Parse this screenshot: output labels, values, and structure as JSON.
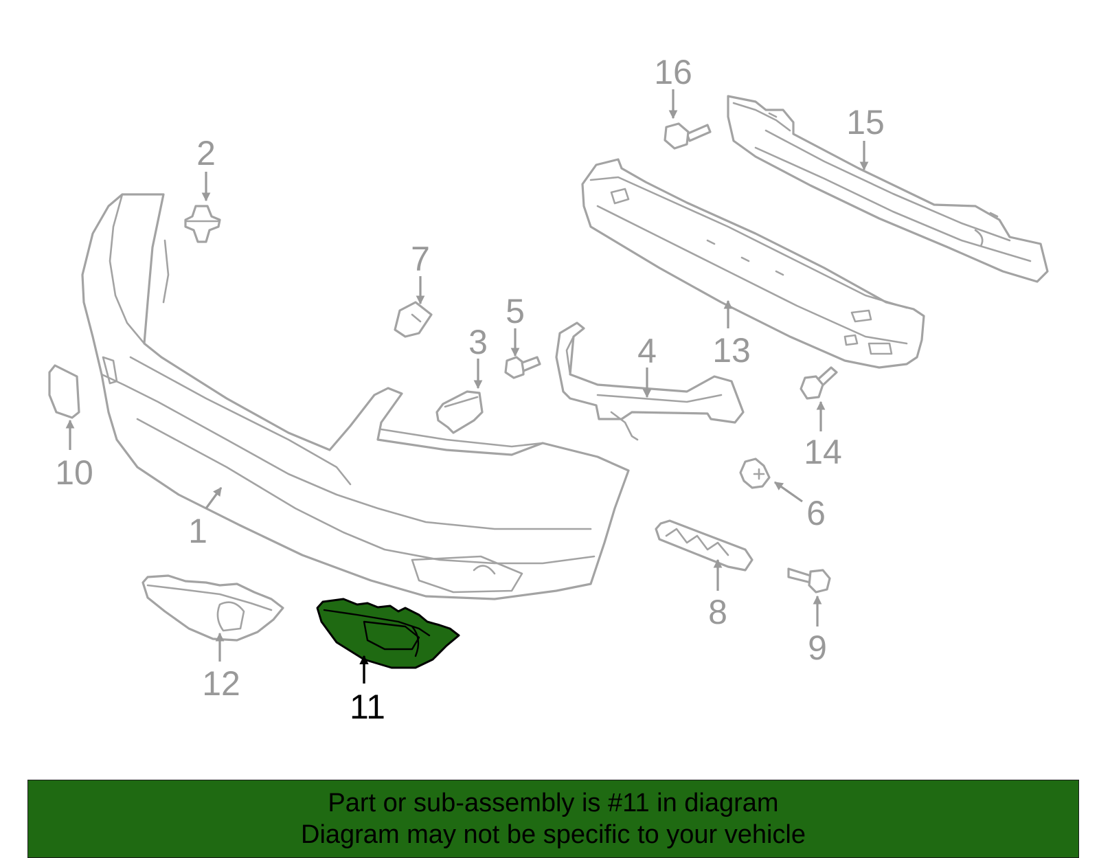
{
  "callouts": {
    "c1": "1",
    "c2": "2",
    "c3": "3",
    "c4": "4",
    "c5": "5",
    "c6": "6",
    "c7": "7",
    "c8": "8",
    "c9": "9",
    "c10": "10",
    "c11": "11",
    "c12": "12",
    "c13": "13",
    "c14": "14",
    "c15": "15",
    "c16": "16"
  },
  "highlighted_part": "11",
  "banner": {
    "line1": "Part or sub-assembly is #11 in diagram",
    "line2": "Diagram may not be specific to your vehicle"
  },
  "colors": {
    "highlight": "#1f6a12",
    "part_outline": "#a3a3a3",
    "callout_text": "#999999"
  }
}
